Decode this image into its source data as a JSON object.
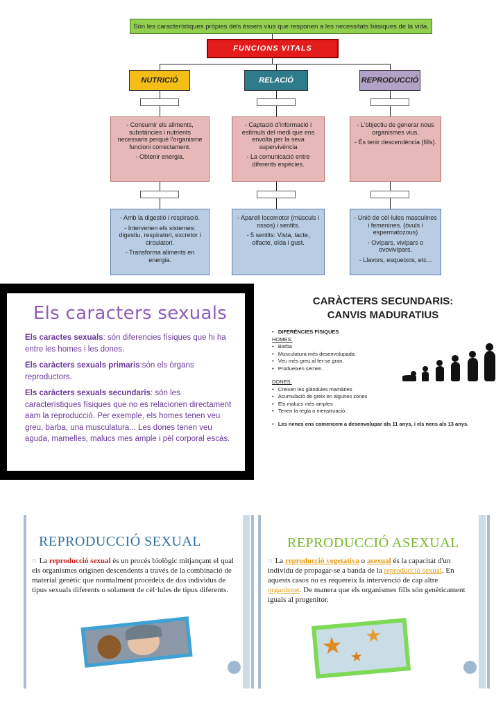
{
  "concept_map": {
    "top_definition": "Són les característiques pròpies dels éssers vius que responen a les necessitats bàsiques de la vida.",
    "main": "FUNCIONS VITALS",
    "categories": [
      {
        "name": "NUTRICIÓ",
        "connector_top": "...",
        "connector_bottom": "...",
        "description": [
          "- Consumir els aliments, substàncies i nutrients necessaris perquè l'organisme funcioni correctament.",
          "- Obtenir energia."
        ],
        "details": [
          "- Amb la digestió i respiració.",
          "- Intervenen els sistemes: digestiu, respiratori, excretor i circulatori.",
          "- Transforma aliments en energia."
        ]
      },
      {
        "name": "RELACIÓ",
        "connector_top": "...",
        "connector_bottom": "...",
        "description": [
          "- Captació d'informació i estímuls del medi que ens envolta per la seva supervivència",
          "- La comunicació entre diferents espècies."
        ],
        "details": [
          "- Aparell locomotor (músculs i ossos) i sentits.",
          "- 5 sentits: Vista, tacte, olfacte, oïda i gust."
        ]
      },
      {
        "name": "REPRODUCCIÓ",
        "connector_top": "...",
        "connector_bottom": "...",
        "description": [
          "- L'objectiu de generar nous organismes vius.",
          "- És tenir descendència (fills)."
        ],
        "details": [
          "- Unió de cèl·lules masculines i femenines. (òvuls i espermatozous)",
          "- Ovípars, vivípars o ovovivípars.",
          "- Llavors, esqueixos, etc..."
        ]
      }
    ]
  },
  "slide_sexual": {
    "title": "Els caracters sexuals",
    "p1_bold": "Els caractes sexuals",
    "p1_text": ": són diferencies físiques que hi ha entre les homes i les dones.",
    "p2_bold": "Els caràcters sexuals primaris",
    "p2_text": ":són els òrgans reproductors.",
    "p3_bold": "Els caràcters  sexuals secundaris",
    "p3_text": ":  són les característiques físiques que no es relacionen directament aam la reproducció. Per exemple, els homes tenen veu greu, barba, una musculatura... Les dones tenen veu aguda, mamelles, malucs mes ample i pèl corporal escàs."
  },
  "slide_secundaris": {
    "title_line1": "CARÀCTERS SECUNDARIS:",
    "title_line2": "CANVIS MADURATIUS",
    "heading": "DIFERÈNCIES FÍSIQUES",
    "men_label": "HOMES:",
    "men": [
      "Barba",
      "Musculatura més desenvolupada.",
      "Veu més greu al fer-se gran.",
      "Produeixen semen."
    ],
    "women_label": "DONES:",
    "women": [
      "Creixen les glàndules mamàries",
      "Acumulació de greix en algunes zones",
      "Els malucs més amples",
      "Tenen la regla o menstruació."
    ],
    "footer": "Les nenes ens comencem a desenvolupar als 11 anys, i els nens als 13 anys."
  },
  "slide_rep_sexual": {
    "title": "REPRODUCCIÓ SEXUAL",
    "t1": "La ",
    "highlight": "reproducció sexual",
    "t2": " és un procés biològic mitjançant el qual els organismes originen descendents a través de la combinació de material genètic que normalment procedeix de dos individus de tipus sexuals diferents o solament de cèl·lules de tipus diferents."
  },
  "slide_rep_asexual": {
    "title": "REPRODUCCIÓ ASEXUAL",
    "t1": "La ",
    "h1": "reproducció vegetativa",
    "t2": " o ",
    "h2": "asexual",
    "t3": " és la capacitat d'un individu de propagar-se a banda de la ",
    "h3": "reproducció sexual",
    "t4": ". En aquests casos no es requereix la intervenció de cap altre ",
    "h4": "organisme",
    "t5": ". De manera que els organismes fills són genèticament iguals al progenitor."
  },
  "colors": {
    "top_bar": "#92d050",
    "main": "#e31b1b",
    "nutricio": "#f5bd18",
    "relacio": "#2e7b8c",
    "reproduccio": "#b3a2c7",
    "pink_box": "#e6b8b8",
    "blue_box": "#b8cce4",
    "slide_purple": "#8e5cb8",
    "sexual_title": "#2f6f9e",
    "asexual_title": "#76b82a"
  }
}
